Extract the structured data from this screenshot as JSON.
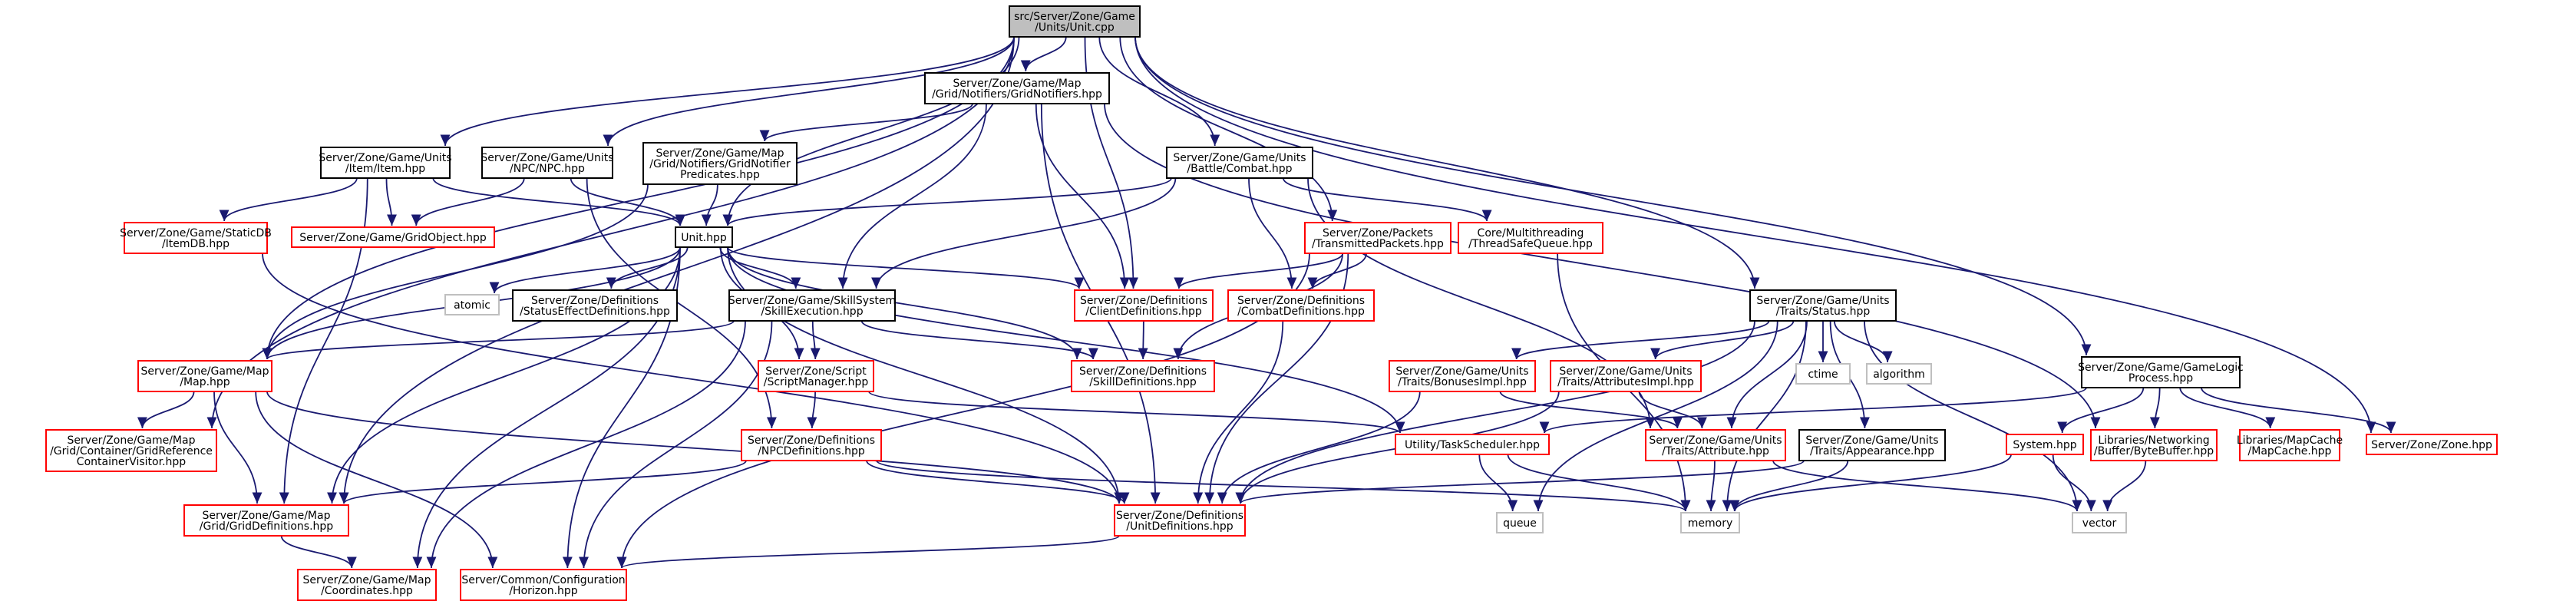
{
  "colors": {
    "edge": "#191970",
    "root_fill": "#bfbfbf",
    "node_border": "#000000",
    "missing_border": "#ff0000",
    "external_border": "#bfbfbf"
  },
  "nodes": [
    {
      "id": "root",
      "style": "root",
      "lines": [
        "src/Server/Zone/Game",
        "/Units/Unit.cpp"
      ]
    },
    {
      "id": "gridnotifiers",
      "style": "normal",
      "lines": [
        "Server/Zone/Game/Map",
        "/Grid/Notifiers/GridNotifiers.hpp"
      ]
    },
    {
      "id": "item",
      "style": "normal",
      "lines": [
        "Server/Zone/Game/Units",
        "/Item/Item.hpp"
      ]
    },
    {
      "id": "npc",
      "style": "normal",
      "lines": [
        "Server/Zone/Game/Units",
        "/NPC/NPC.hpp"
      ]
    },
    {
      "id": "gridnotifierpred",
      "style": "normal",
      "lines": [
        "Server/Zone/Game/Map",
        "/Grid/Notifiers/GridNotifier",
        "Predicates.hpp"
      ]
    },
    {
      "id": "combat",
      "style": "normal",
      "lines": [
        "Server/Zone/Game/Units",
        "/Battle/Combat.hpp"
      ]
    },
    {
      "id": "itemdb",
      "style": "missing",
      "lines": [
        "Server/Zone/Game/StaticDB",
        "/ItemDB.hpp"
      ]
    },
    {
      "id": "gridobject",
      "style": "missing",
      "lines": [
        "Server/Zone/Game/GridObject.hpp"
      ]
    },
    {
      "id": "unit",
      "style": "normal",
      "lines": [
        "Unit.hpp"
      ]
    },
    {
      "id": "transmitted",
      "style": "missing",
      "lines": [
        "Server/Zone/Packets",
        "/TransmittedPackets.hpp"
      ]
    },
    {
      "id": "threadsafe",
      "style": "missing",
      "lines": [
        "Core/Multithreading",
        "/ThreadSafeQueue.hpp"
      ]
    },
    {
      "id": "atomic",
      "style": "external",
      "lines": [
        "atomic"
      ]
    },
    {
      "id": "statuseffect",
      "style": "normal",
      "lines": [
        "Server/Zone/Definitions",
        "/StatusEffectDefinitions.hpp"
      ]
    },
    {
      "id": "skillexec",
      "style": "normal",
      "lines": [
        "Server/Zone/Game/SkillSystem",
        "/SkillExecution.hpp"
      ]
    },
    {
      "id": "clientdefs",
      "style": "missing",
      "lines": [
        "Server/Zone/Definitions",
        "/ClientDefinitions.hpp"
      ]
    },
    {
      "id": "combatdefs",
      "style": "missing",
      "lines": [
        "Server/Zone/Definitions",
        "/CombatDefinitions.hpp"
      ]
    },
    {
      "id": "status",
      "style": "normal",
      "lines": [
        "Server/Zone/Game/Units",
        "/Traits/Status.hpp"
      ]
    },
    {
      "id": "map",
      "style": "missing",
      "lines": [
        "Server/Zone/Game/Map",
        "/Map.hpp"
      ]
    },
    {
      "id": "scriptmgr",
      "style": "missing",
      "lines": [
        "Server/Zone/Script",
        "/ScriptManager.hpp"
      ]
    },
    {
      "id": "skilldefs",
      "style": "missing",
      "lines": [
        "Server/Zone/Definitions",
        "/SkillDefinitions.hpp"
      ]
    },
    {
      "id": "bonusesimpl",
      "style": "missing",
      "lines": [
        "Server/Zone/Game/Units",
        "/Traits/BonusesImpl.hpp"
      ]
    },
    {
      "id": "attributesimpl",
      "style": "missing",
      "lines": [
        "Server/Zone/Game/Units",
        "/Traits/AttributesImpl.hpp"
      ]
    },
    {
      "id": "ctime",
      "style": "external",
      "lines": [
        "ctime"
      ]
    },
    {
      "id": "algorithm",
      "style": "external",
      "lines": [
        "algorithm"
      ]
    },
    {
      "id": "gamelogic",
      "style": "normal",
      "lines": [
        "Server/Zone/Game/GameLogic",
        "Process.hpp"
      ]
    },
    {
      "id": "gridref",
      "style": "missing",
      "lines": [
        "Server/Zone/Game/Map",
        "/Grid/Container/GridReference",
        "ContainerVisitor.hpp"
      ]
    },
    {
      "id": "npcdefs",
      "style": "missing",
      "lines": [
        "Server/Zone/Definitions",
        "/NPCDefinitions.hpp"
      ]
    },
    {
      "id": "taskscheduler",
      "style": "missing",
      "lines": [
        "Utility/TaskScheduler.hpp"
      ]
    },
    {
      "id": "attribute",
      "style": "missing",
      "lines": [
        "Server/Zone/Game/Units",
        "/Traits/Attribute.hpp"
      ]
    },
    {
      "id": "appearance",
      "style": "normal",
      "lines": [
        "Server/Zone/Game/Units",
        "/Traits/Appearance.hpp"
      ]
    },
    {
      "id": "system",
      "style": "missing",
      "lines": [
        "System.hpp"
      ]
    },
    {
      "id": "bytebuffer",
      "style": "missing",
      "lines": [
        "Libraries/Networking",
        "/Buffer/ByteBuffer.hpp"
      ]
    },
    {
      "id": "mapcache",
      "style": "missing",
      "lines": [
        "Libraries/MapCache",
        "/MapCache.hpp"
      ]
    },
    {
      "id": "zone",
      "style": "missing",
      "lines": [
        "Server/Zone/Zone.hpp"
      ]
    },
    {
      "id": "griddefs",
      "style": "missing",
      "lines": [
        "Server/Zone/Game/Map",
        "/Grid/GridDefinitions.hpp"
      ]
    },
    {
      "id": "unitdefs",
      "style": "missing",
      "lines": [
        "Server/Zone/Definitions",
        "/UnitDefinitions.hpp"
      ]
    },
    {
      "id": "queue",
      "style": "external",
      "lines": [
        "queue"
      ]
    },
    {
      "id": "memory",
      "style": "external",
      "lines": [
        "memory"
      ]
    },
    {
      "id": "vector",
      "style": "external",
      "lines": [
        "vector"
      ]
    },
    {
      "id": "coordinates",
      "style": "missing",
      "lines": [
        "Server/Zone/Game/Map",
        "/Coordinates.hpp"
      ]
    },
    {
      "id": "horizon",
      "style": "missing",
      "lines": [
        "Server/Common/Configuration",
        "/Horizon.hpp"
      ]
    }
  ],
  "edges": [
    [
      "root",
      "gridnotifiers"
    ],
    [
      "root",
      "item"
    ],
    [
      "root",
      "npc"
    ],
    [
      "root",
      "combat"
    ],
    [
      "root",
      "unit"
    ],
    [
      "root",
      "transmitted"
    ],
    [
      "root",
      "clientdefs"
    ],
    [
      "root",
      "status"
    ],
    [
      "root",
      "map"
    ],
    [
      "root",
      "gamelogic"
    ],
    [
      "root",
      "gridref"
    ],
    [
      "root",
      "griddefs"
    ],
    [
      "root",
      "zone"
    ],
    [
      "gridnotifiers",
      "gridnotifierpred"
    ],
    [
      "gridnotifiers",
      "skillexec"
    ],
    [
      "gridnotifiers",
      "clientdefs"
    ],
    [
      "gridnotifiers",
      "unitdefs"
    ],
    [
      "gridnotifiers",
      "bytebuffer"
    ],
    [
      "item",
      "itemdb"
    ],
    [
      "item",
      "gridobject"
    ],
    [
      "item",
      "unit"
    ],
    [
      "item",
      "griddefs"
    ],
    [
      "npc",
      "gridobject"
    ],
    [
      "npc",
      "unit"
    ],
    [
      "npc",
      "npcdefs"
    ],
    [
      "gridnotifierpred",
      "unit"
    ],
    [
      "gridnotifierpred",
      "map"
    ],
    [
      "combat",
      "unit"
    ],
    [
      "combat",
      "skillexec"
    ],
    [
      "combat",
      "combatdefs"
    ],
    [
      "combat",
      "threadsafe"
    ],
    [
      "combat",
      "attribute"
    ],
    [
      "itemdb",
      "unitdefs"
    ],
    [
      "unit",
      "atomic"
    ],
    [
      "unit",
      "statuseffect"
    ],
    [
      "unit",
      "skillexec"
    ],
    [
      "unit",
      "clientdefs"
    ],
    [
      "unit",
      "skilldefs"
    ],
    [
      "unit",
      "scriptmgr"
    ],
    [
      "unit",
      "taskscheduler"
    ],
    [
      "unit",
      "unitdefs"
    ],
    [
      "unit",
      "coordinates"
    ],
    [
      "unit",
      "horizon"
    ],
    [
      "unit",
      "map"
    ],
    [
      "unit",
      "griddefs"
    ],
    [
      "transmitted",
      "clientdefs"
    ],
    [
      "transmitted",
      "combatdefs"
    ],
    [
      "transmitted",
      "skilldefs"
    ],
    [
      "transmitted",
      "unitdefs"
    ],
    [
      "transmitted",
      "horizon"
    ],
    [
      "threadsafe",
      "memory"
    ],
    [
      "skillexec",
      "map"
    ],
    [
      "skillexec",
      "scriptmgr"
    ],
    [
      "skillexec",
      "skilldefs"
    ],
    [
      "skillexec",
      "coordinates"
    ],
    [
      "skillexec",
      "horizon"
    ],
    [
      "clientdefs",
      "skilldefs"
    ],
    [
      "combatdefs",
      "unitdefs"
    ],
    [
      "status",
      "bonusesimpl"
    ],
    [
      "status",
      "attributesimpl"
    ],
    [
      "status",
      "ctime"
    ],
    [
      "status",
      "algorithm"
    ],
    [
      "status",
      "attribute"
    ],
    [
      "status",
      "appearance"
    ],
    [
      "status",
      "queue"
    ],
    [
      "status",
      "memory"
    ],
    [
      "status",
      "vector"
    ],
    [
      "status",
      "unitdefs"
    ],
    [
      "map",
      "gridref"
    ],
    [
      "map",
      "griddefs"
    ],
    [
      "map",
      "horizon"
    ],
    [
      "map",
      "unitdefs"
    ],
    [
      "scriptmgr",
      "npcdefs"
    ],
    [
      "scriptmgr",
      "taskscheduler"
    ],
    [
      "bonusesimpl",
      "attribute"
    ],
    [
      "bonusesimpl",
      "unitdefs"
    ],
    [
      "attributesimpl",
      "attribute"
    ],
    [
      "attributesimpl",
      "unitdefs"
    ],
    [
      "gamelogic",
      "taskscheduler"
    ],
    [
      "gamelogic",
      "system"
    ],
    [
      "gamelogic",
      "bytebuffer"
    ],
    [
      "gamelogic",
      "mapcache"
    ],
    [
      "gamelogic",
      "zone"
    ],
    [
      "npcdefs",
      "griddefs"
    ],
    [
      "npcdefs",
      "unitdefs"
    ],
    [
      "npcdefs",
      "memory"
    ],
    [
      "taskscheduler",
      "queue"
    ],
    [
      "taskscheduler",
      "memory"
    ],
    [
      "attribute",
      "memory"
    ],
    [
      "attribute",
      "vector"
    ],
    [
      "appearance",
      "unitdefs"
    ],
    [
      "appearance",
      "memory"
    ],
    [
      "system",
      "vector"
    ],
    [
      "system",
      "memory"
    ],
    [
      "bytebuffer",
      "vector"
    ],
    [
      "griddefs",
      "coordinates"
    ],
    [
      "unitdefs",
      "horizon"
    ]
  ]
}
